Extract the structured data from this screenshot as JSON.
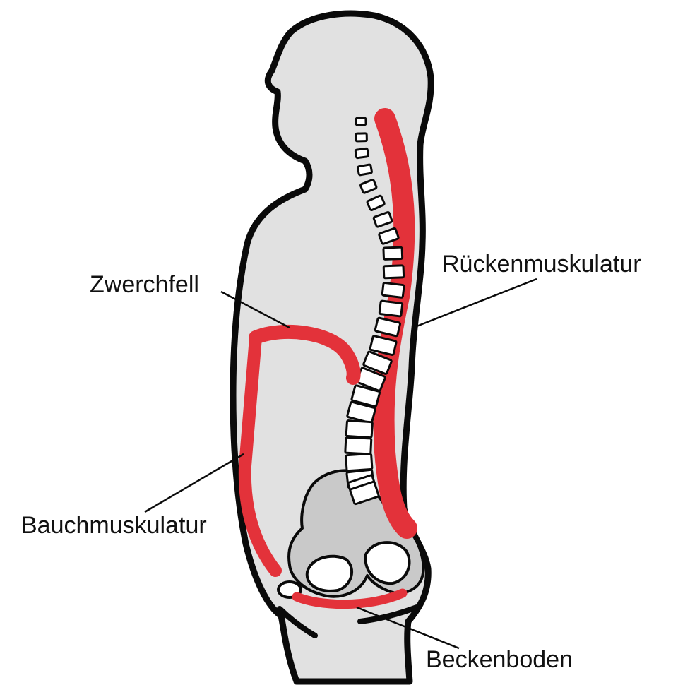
{
  "labels": {
    "zwerchfell": "Zwerchfell",
    "ruecken": "Rückenmuskulatur",
    "bauch": "Bauchmuskulatur",
    "becken": "Beckenboden"
  },
  "colors": {
    "body_fill": "#e1e1e1",
    "outline": "#0a0a0a",
    "muscle": "#e3323a",
    "bone_fill": "#c9c9c9",
    "vertebra_fill": "#ffffff"
  },
  "vertebrae_count": 24
}
